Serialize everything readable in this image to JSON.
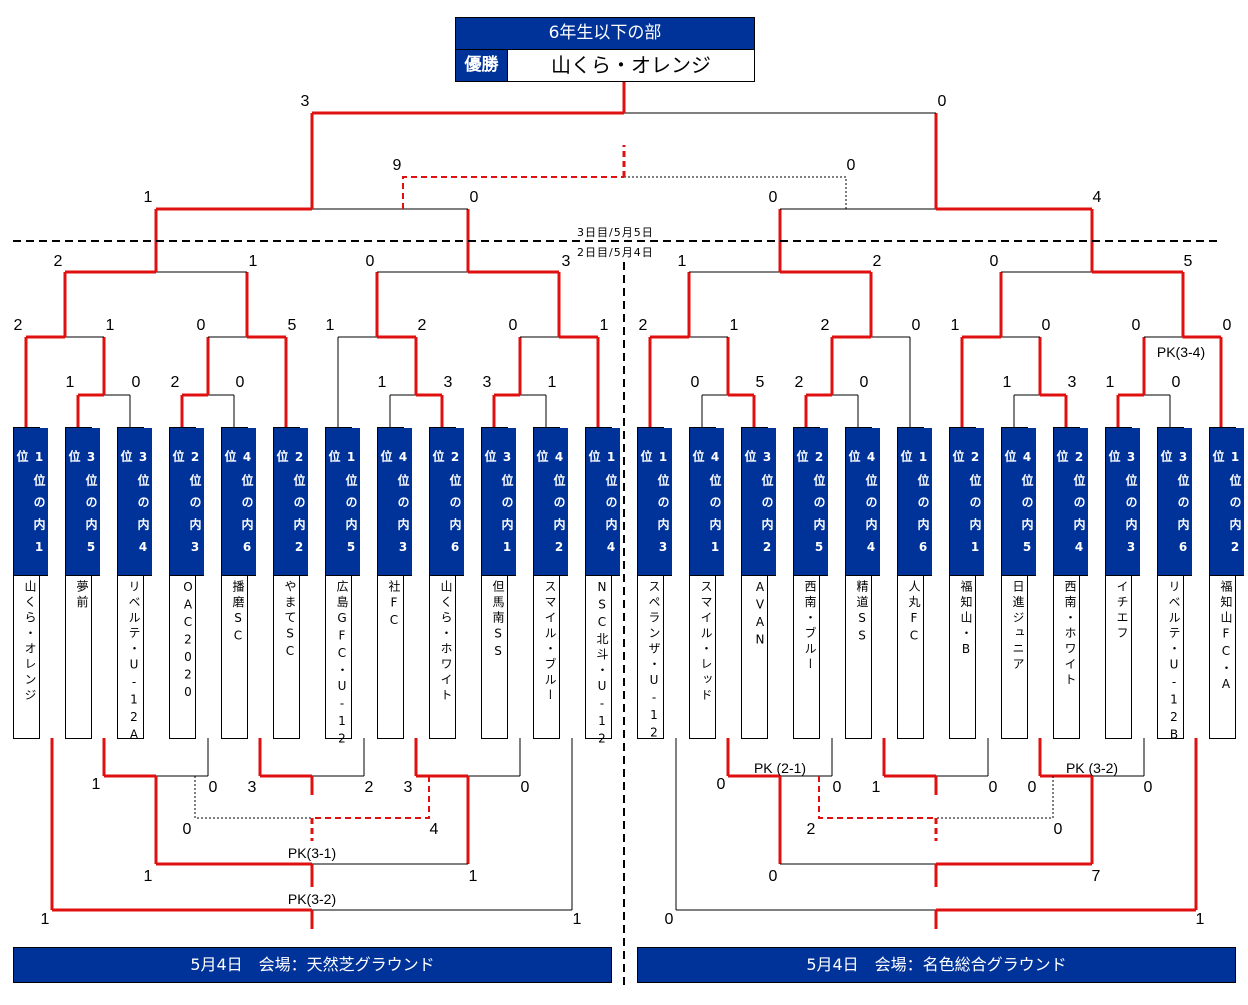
{
  "header": {
    "title": "6年生以下の部",
    "champion_label": "優勝",
    "champion": "山くら・オレンジ"
  },
  "days": {
    "day3": "3日目/5月5日",
    "day2": "2日目/5月4日"
  },
  "teams_left": [
    {
      "seed": "1位の内1位",
      "name": "山くら・オレンジ"
    },
    {
      "seed": "3位の内5位",
      "name": "夢前"
    },
    {
      "seed": "3位の内4位",
      "name": "リベルテ・U-12A"
    },
    {
      "seed": "2位の内3位",
      "name": "OAC2020"
    },
    {
      "seed": "4位の内6位",
      "name": "播磨SC"
    },
    {
      "seed": "2位の内2位",
      "name": "やまてSC"
    },
    {
      "seed": "1位の内5位",
      "name": "広島GFC・U-12"
    },
    {
      "seed": "4位の内3位",
      "name": "社FC"
    },
    {
      "seed": "2位の内6位",
      "name": "山くら・ホワイト"
    },
    {
      "seed": "3位の内1位",
      "name": "但馬南SS"
    },
    {
      "seed": "4位の内2位",
      "name": "スマイル・ブルー"
    },
    {
      "seed": "1位の内4位",
      "name": "NSC北斗・U-12"
    }
  ],
  "teams_right": [
    {
      "seed": "1位の内3位",
      "name": "スペランザ・U-12"
    },
    {
      "seed": "4位の内1位",
      "name": "スマイル・レッド"
    },
    {
      "seed": "3位の内2位",
      "name": "AVAN"
    },
    {
      "seed": "2位の内5位",
      "name": "西南・ブルー"
    },
    {
      "seed": "4位の内4位",
      "name": "精道SS"
    },
    {
      "seed": "1位の内6位",
      "name": "人丸FC"
    },
    {
      "seed": "2位の内1位",
      "name": "福知山・B"
    },
    {
      "seed": "4位の内5位",
      "name": "日進ジュニア"
    },
    {
      "seed": "2位の内4位",
      "name": "西南・ホワイト"
    },
    {
      "seed": "3位の内3位",
      "name": "イチエフ"
    },
    {
      "seed": "3位の内6位",
      "name": "リベルテ・U-12B"
    },
    {
      "seed": "1位の内2位",
      "name": "福知山FC・A"
    }
  ],
  "upper_scores": {
    "left_r1": [
      "1",
      "0",
      "2",
      "0",
      "1",
      "3",
      "3",
      "1"
    ],
    "left_r2": [
      "2",
      "1",
      "0",
      "5",
      "1",
      "2",
      "0",
      "1"
    ],
    "left_r3": [
      "2",
      "1",
      "0",
      "3"
    ],
    "left_r4": [
      "1",
      "0"
    ],
    "right_r1": [
      "0",
      "5",
      "2",
      "0",
      "1",
      "3",
      "1",
      "0"
    ],
    "right_r2": [
      "2",
      "1",
      "2",
      "0",
      "1",
      "0",
      "0",
      "0"
    ],
    "right_r2_pk": "PK(3-4)",
    "right_r3": [
      "1",
      "2",
      "0",
      "5"
    ],
    "right_r4": [
      "0",
      "4"
    ],
    "third_place": [
      "9",
      "0"
    ],
    "final": [
      "3",
      "0"
    ]
  },
  "lower_scores": {
    "left_r1": [
      "1",
      "0",
      "3",
      "2",
      "3",
      "0"
    ],
    "left_dashed": [
      "0",
      "4"
    ],
    "left_r2": [
      "1",
      "1"
    ],
    "left_r2_pk": "PK(3-1)",
    "left_r3": [
      "1",
      "1"
    ],
    "left_r3_pk": "PK(3-2)",
    "right_r1": [
      "0",
      "0",
      "1",
      "0",
      "0",
      "0"
    ],
    "right_r1_pk": [
      "PK (2-1)",
      "PK (3-2)"
    ],
    "right_dashed": [
      "2",
      "0"
    ],
    "right_r2": [
      "0",
      "7"
    ],
    "right_r3": [
      "0",
      "1"
    ]
  },
  "footer": {
    "left": "5月4日　会場：天然芝グラウンド",
    "right": "5月4日　会場：名色総合グラウンド"
  },
  "colors": {
    "blue": "#003399",
    "red": "#e01010"
  }
}
